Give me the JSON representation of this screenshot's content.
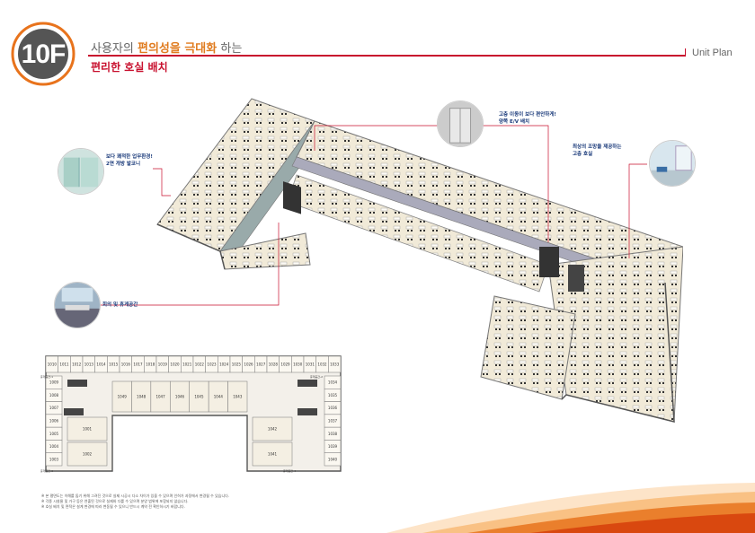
{
  "header": {
    "floor": "10F",
    "headline_pre": "사용자의 ",
    "headline_emph": "편의성을 극대화",
    "headline_post": " 하는",
    "subtitle": "편리한 호실 배치",
    "section_label": "Unit Plan"
  },
  "callouts": [
    {
      "line1": "보다 쾌적한 업무환경!",
      "line2": "2면 개방 발코니",
      "icon": "glass-balcony-photo"
    },
    {
      "line1": "회의 및 휴게공간",
      "line2": "",
      "icon": "meeting-room-photo"
    },
    {
      "line1": "고층 이동이 보다 편안하게!",
      "line2": "양쪽 E/V 배치",
      "icon": "elevator-photo"
    },
    {
      "line1": "최상의 조망을 제공하는",
      "line2": "고층 호실",
      "icon": "office-view-photo"
    }
  ],
  "plan": {
    "top_units": [
      "1010",
      "1011",
      "1012",
      "1013",
      "1014",
      "1015",
      "1016",
      "1017",
      "1018",
      "1019",
      "1020",
      "1021",
      "1022",
      "1023",
      "1024",
      "1025",
      "1026",
      "1027",
      "1028",
      "1029",
      "1030",
      "1031",
      "1032",
      "1033"
    ],
    "inner_units": [
      "1049",
      "1048",
      "1047",
      "1046",
      "1045",
      "1044",
      "1043"
    ],
    "left_units": [
      "1009",
      "1008",
      "1007",
      "1006",
      "1005",
      "1004",
      "1003"
    ],
    "left_inner": [
      "1001",
      "1002"
    ],
    "right_units": [
      "1034",
      "1035",
      "1036",
      "1037",
      "1038",
      "1039",
      "1040"
    ],
    "right_inner": [
      "1042",
      "1041"
    ],
    "core_labels": [
      "휴게공간-1",
      "휴게공간-2",
      "휴게공간-3",
      "휴게공간-4"
    ]
  },
  "notes": [
    "※ 본 평면도는 이해를 돕기 위해 그려진 것으로 실제 시공시 다소 차이가 있을 수 있으며 인허가 과정에서 변경될 수 있습니다.",
    "※ 각종 시설물 및 가구 등은 연출된 것으로 실제와 다를 수 있으며 분양 범위에 포함되지 않습니다.",
    "※ 호실 배치 및 면적은 설계 변경에 따라 변동될 수 있으니 반드시 계약 전 확인하시기 바랍니다."
  ],
  "colors": {
    "accent_red": "#c8102e",
    "accent_orange": "#e07b1e",
    "callout_text": "#1a3a7a"
  }
}
